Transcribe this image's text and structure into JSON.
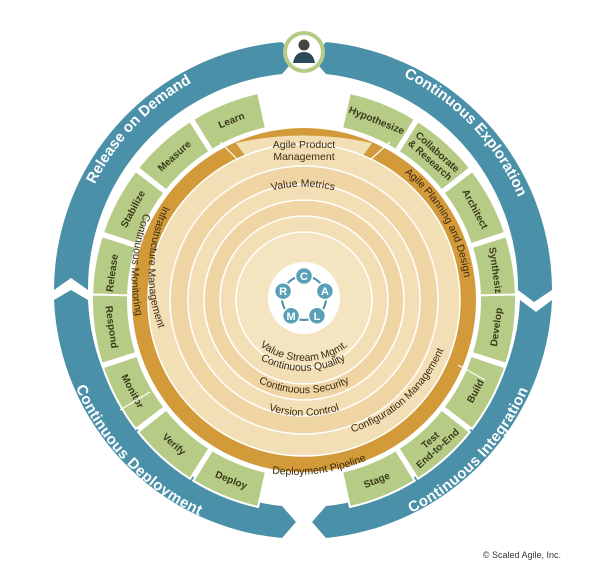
{
  "colors": {
    "outer_ring": "#4a90a8",
    "stage_box": "#b6cc86",
    "agile_ring": "#d39a3a",
    "cream_1": "#f3dfb6",
    "cream_2": "#efd5a4",
    "cream_3": "#f5e4c0",
    "core": "#4a90a8",
    "core_node": "#5aa0b8"
  },
  "outer_ring": {
    "top_left": "Release on Demand",
    "top_right": "Continuous Exploration",
    "bottom_left": "Continuous Deployment",
    "bottom_right": "Continuous Integration"
  },
  "stages": {
    "learn": "Learn",
    "measure": "Measure",
    "stabilize": "Stabilize",
    "release": "Release",
    "hypothesize": "Hypothesize",
    "collaborate_1": "Collaborate",
    "collaborate_2": "& Research",
    "architect": "Architect",
    "synthesize": "Synthesize",
    "develop": "Develop",
    "build": "Build",
    "test_1": "Test",
    "test_2": "End-to-End",
    "stage": "Stage",
    "respond": "Respond",
    "monitor": "Monitor",
    "verify": "Verify",
    "deploy": "Deploy"
  },
  "inner": {
    "agile_product_1": "Agile Product",
    "agile_product_2": "Management",
    "agile_planning": "Agile Planning and Design",
    "infrastructure": "Infrastructure Management",
    "continuous_monitoring": "Continuous Monitoring",
    "deployment_pipeline": "Deployment Pipeline",
    "configuration_management": "Configuration Management",
    "value_metrics": "Value Metrics",
    "version_control": "Version Control",
    "continuous_security": "Continuous Security",
    "continuous_quality": "Continuous Quality",
    "value_stream": "Value Stream Mgmt."
  },
  "core_nodes": [
    "C",
    "A",
    "L",
    "M",
    "R"
  ],
  "icons": {
    "center_top": "customer-icon"
  },
  "copyright": "© Scaled Agile, Inc."
}
